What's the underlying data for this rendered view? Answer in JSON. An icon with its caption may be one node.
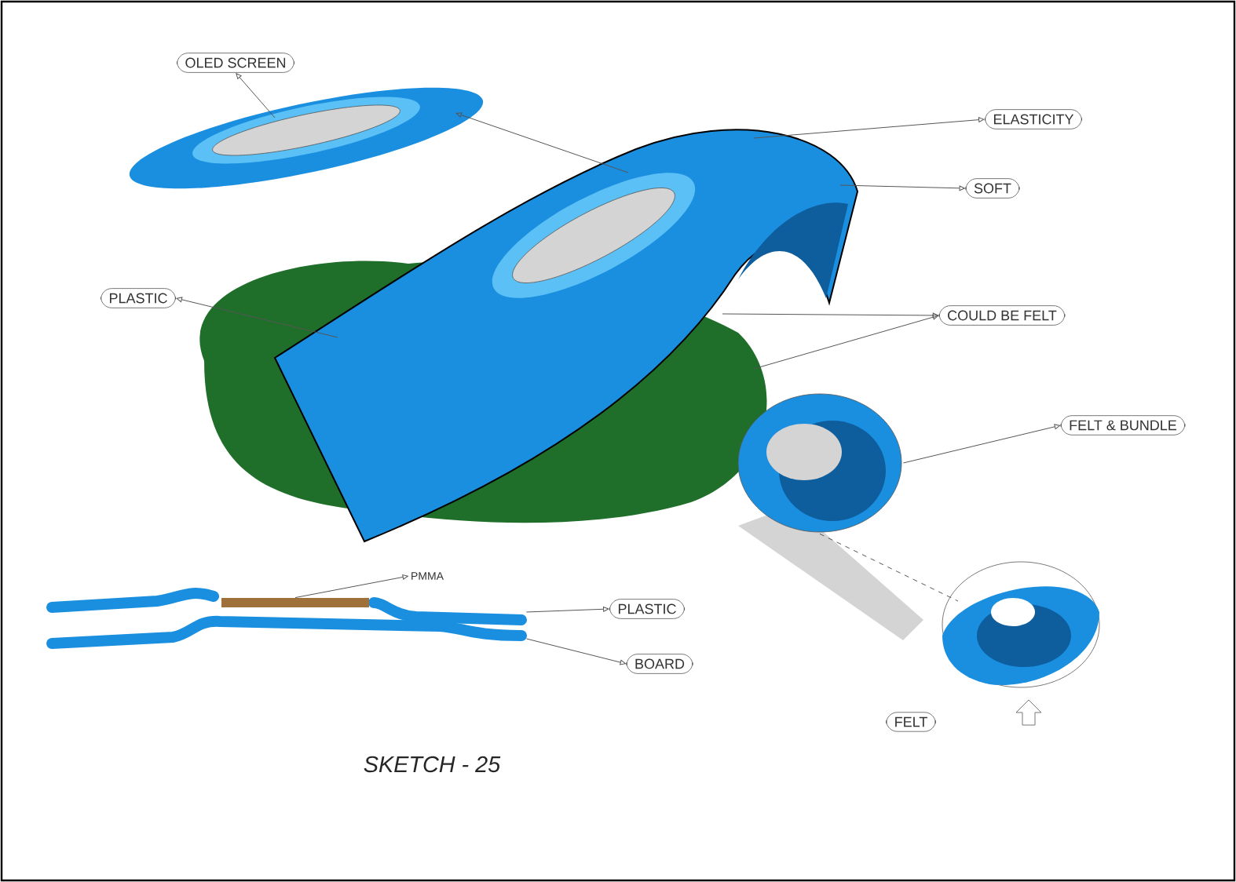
{
  "diagram": {
    "caption": "SKETCH - 25",
    "nodes": [
      {
        "text": [
          "OLED SCREEN"
        ]
      },
      {
        "text": [
          "ELASTICITY"
        ]
      },
      {
        "text": [
          "SOFT"
        ]
      },
      {
        "text": [
          "PLASTIC"
        ]
      },
      {
        "text": [
          "COULD BE FELT"
        ]
      },
      {
        "text": [
          "FELT & BUNDLE"
        ]
      },
      {
        "text": [
          "PMMA"
        ]
      },
      {
        "text": [
          "PLASTIC"
        ]
      },
      {
        "text": [
          "BOARD"
        ]
      },
      {
        "text": [
          "FELT"
        ]
      },
      {
        "text": [],
        "shape": "picture"
      },
      {
        "text": [],
        "shape": "picture"
      },
      {
        "text": [],
        "shape": "picture"
      },
      {
        "text": [],
        "shape": "picture"
      },
      {
        "text": [],
        "shape": "picture"
      },
      {
        "text": [],
        "shape": "picture"
      },
      {
        "text": [],
        "shape": "bar"
      },
      {
        "text": [],
        "shape": "picture"
      }
    ],
    "edges": [
      {
        "from": 10,
        "to": 0,
        "arrow": "to"
      },
      {
        "from": 11,
        "to": 10,
        "arrow": "to"
      },
      {
        "from": 11,
        "to": 1,
        "arrow": "to"
      },
      {
        "from": 11,
        "to": 2,
        "arrow": "to"
      },
      {
        "from": 11,
        "to": 3,
        "arrow": "to"
      },
      {
        "from": 11,
        "to": 4,
        "arrow": "to"
      },
      {
        "from": 12,
        "to": 4,
        "arrow": "to"
      },
      {
        "from": 13,
        "to": 14,
        "arrow": "none",
        "style": "dashed"
      },
      {
        "from": 13,
        "to": 5,
        "arrow": "to"
      },
      {
        "from": 16,
        "to": 6,
        "arrow": "to"
      },
      {
        "from": 15,
        "to": 7,
        "arrow": "to"
      },
      {
        "from": 17,
        "to": 8,
        "arrow": "to"
      }
    ]
  }
}
